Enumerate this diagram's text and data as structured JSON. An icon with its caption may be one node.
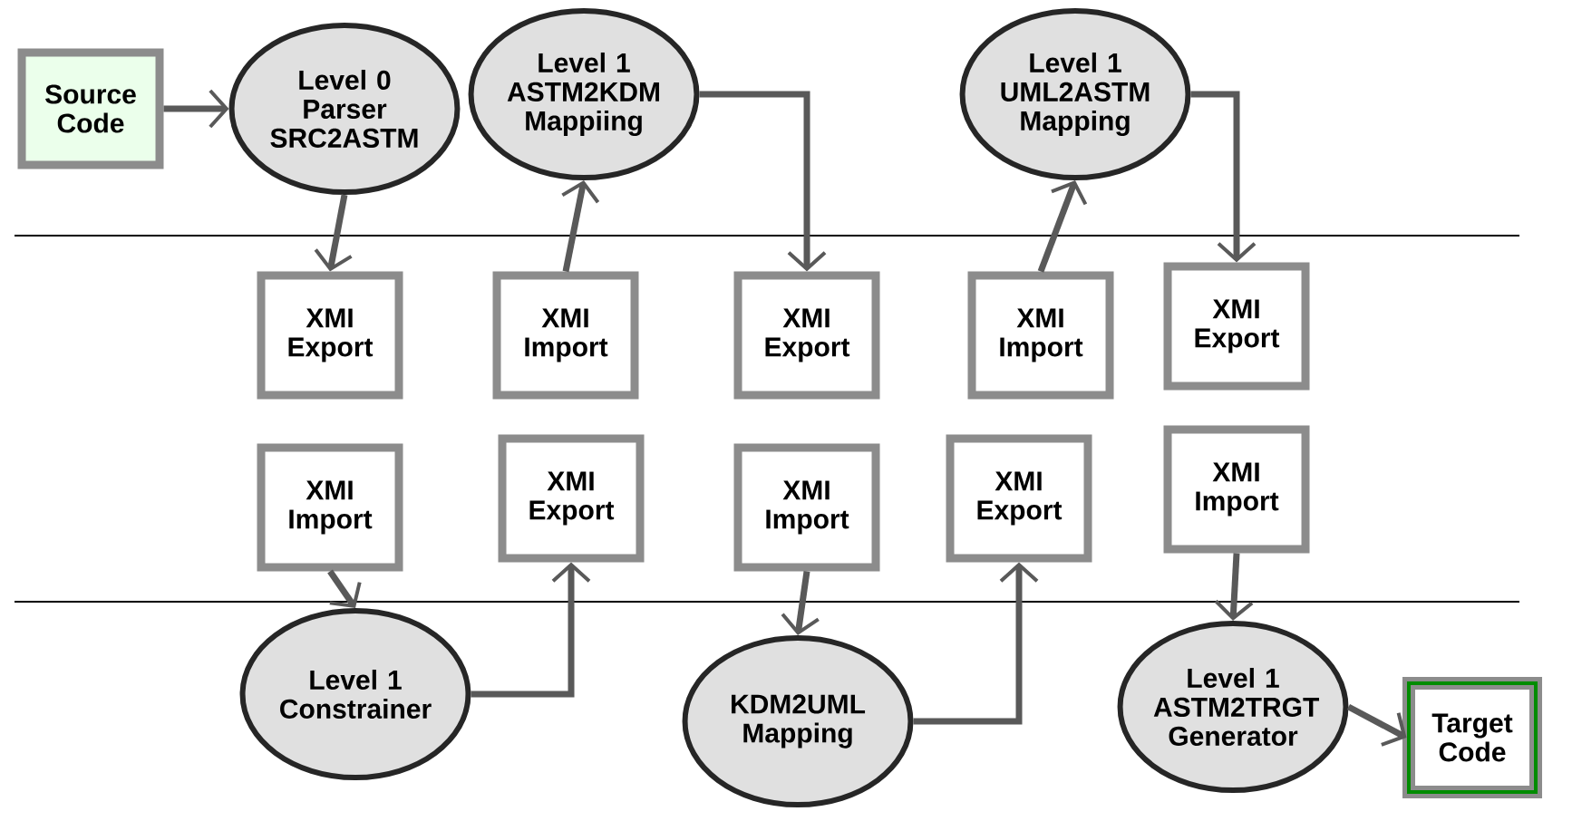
{
  "diagram": {
    "nodes": [
      {
        "text": [
          "Source Code"
        ]
      },
      {
        "text": [
          "Level 0 Parser SRC2ASTM"
        ]
      },
      {
        "text": [
          "Level 1 ASTM2KDM Mappiing"
        ]
      },
      {
        "text": [
          "Level 1 UML2ASTM Mapping"
        ]
      },
      {
        "text": [
          "XMI Export"
        ]
      },
      {
        "text": [
          "XMI Import"
        ]
      },
      {
        "text": [
          "XMI Export"
        ]
      },
      {
        "text": [
          "XMI Import"
        ]
      },
      {
        "text": [
          "XMI Export"
        ]
      },
      {
        "text": [
          "XMI Import"
        ]
      },
      {
        "text": [
          "XMI Export"
        ]
      },
      {
        "text": [
          "XMI Import"
        ]
      },
      {
        "text": [
          "XMI Export"
        ]
      },
      {
        "text": [
          "XMI Import"
        ]
      },
      {
        "text": [
          "Level 1 Constrainer"
        ]
      },
      {
        "text": [
          "KDM2UML Mapping"
        ]
      },
      {
        "text": [
          "Level 1 ASTM2TRGT Generator"
        ]
      },
      {
        "text": [
          "Target Code"
        ]
      }
    ],
    "edges": [
      {
        "from": 0,
        "to": 1,
        "arrow": "to"
      },
      {
        "from": 1,
        "to": 4,
        "arrow": "to"
      },
      {
        "from": 5,
        "to": 2,
        "arrow": "to"
      },
      {
        "from": 2,
        "to": 6,
        "arrow": "to"
      },
      {
        "from": 7,
        "to": 3,
        "arrow": "to"
      },
      {
        "from": 3,
        "to": 8,
        "arrow": "to"
      },
      {
        "from": 9,
        "to": 14,
        "arrow": "to"
      },
      {
        "from": 14,
        "to": 10,
        "arrow": "to"
      },
      {
        "from": 11,
        "to": 15,
        "arrow": "to"
      },
      {
        "from": 15,
        "to": 12,
        "arrow": "to"
      },
      {
        "from": 13,
        "to": 16,
        "arrow": "to"
      },
      {
        "from": 16,
        "to": 17,
        "arrow": "to"
      }
    ]
  }
}
